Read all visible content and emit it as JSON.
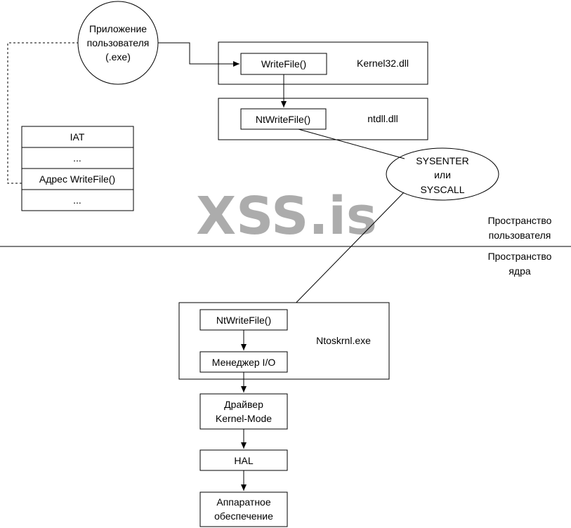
{
  "watermark": "XSS.is",
  "nodes": {
    "app": [
      "Приложение",
      "пользователя",
      "(.exe)"
    ],
    "kernel32_func": "WriteFile()",
    "kernel32_label": "Kernel32.dll",
    "ntdll_func": "NtWriteFile()",
    "ntdll_label": "ntdll.dll",
    "iat": [
      "IAT",
      "...",
      "Адрес WriteFile()",
      "..."
    ],
    "syscall": [
      "SYSENTER",
      "или",
      "SYSCALL"
    ],
    "user_space": [
      "Пространство",
      "пользователя"
    ],
    "kernel_space": [
      "Пространство",
      "ядра"
    ],
    "ntoskrnl_func": "NtWriteFile()",
    "io_manager": "Менеджер I/O",
    "ntoskrnl_label": "Ntoskrnl.exe",
    "driver": [
      "Драйвер",
      "Kernel-Mode"
    ],
    "hal": "HAL",
    "hardware": [
      "Аппаратное",
      "обеспечение"
    ]
  },
  "colors": {
    "line": "#000000",
    "watermark": "#2ecc71"
  }
}
